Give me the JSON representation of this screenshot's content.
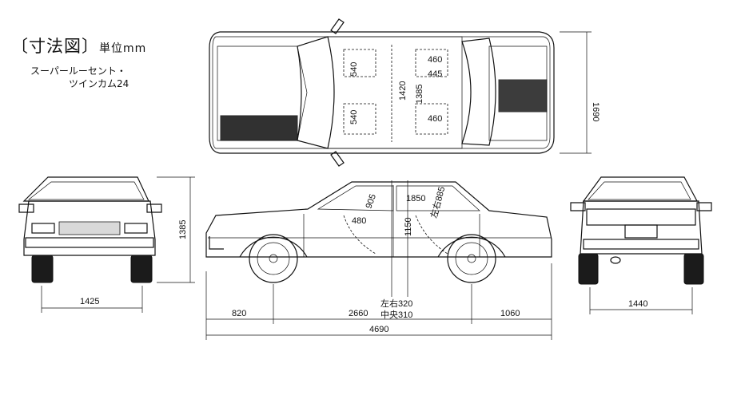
{
  "header": {
    "title_main": "〔寸法図〕",
    "title_unit": "単位mm",
    "subtitle_line1": "スーパールーセント・",
    "subtitle_line2": "ツインカム24"
  },
  "dimensions": {
    "top_seat_front": "540",
    "top_seat_rear": "540",
    "top_width_460a": "460",
    "top_width_445": "445",
    "top_width_460b": "460",
    "top_1420": "1420",
    "top_1385": "1385",
    "top_overall_width": "1690",
    "front_height": "1385",
    "front_track": "1425",
    "side_905": "905",
    "side_1850": "1850",
    "side_885": "左右885",
    "side_480": "480",
    "side_1150": "1150",
    "side_seat_spec_lr": "左右320",
    "side_seat_spec_center": "中央310",
    "side_front_overhang": "820",
    "side_wheelbase": "2660",
    "side_rear_overhang": "1060",
    "side_overall_length": "4690",
    "rear_track": "1440"
  },
  "colors": {
    "ink": "#111111",
    "paper": "#ffffff"
  }
}
